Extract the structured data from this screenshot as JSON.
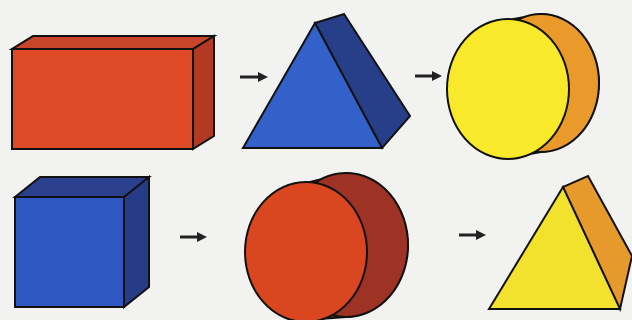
{
  "diagram": {
    "rows": [
      {
        "sequence": [
          "rectangular-prism",
          "arrow",
          "triangular-prism",
          "arrow",
          "cylinder"
        ],
        "colors": {
          "rectangular-prism": {
            "front": "#dd4a25",
            "top": "#c8442a",
            "side": "#b23a22"
          },
          "triangular-prism": {
            "front": "#3361c9",
            "side": "#263f88"
          },
          "cylinder": {
            "front": "#f8ea2a",
            "side": "#e99a2a"
          }
        }
      },
      {
        "sequence": [
          "cube",
          "arrow",
          "cylinder",
          "arrow",
          "triangular-prism"
        ],
        "colors": {
          "cube": {
            "front": "#2e57c2",
            "top": "#2a3f8e",
            "side": "#263c86"
          },
          "cylinder": {
            "front": "#d9461f",
            "side": "#9e3224"
          },
          "triangular-prism": {
            "front": "#f2e12d",
            "side": "#e69a2c"
          }
        }
      }
    ],
    "arrow_color": "#222222",
    "outline_color": "#111111",
    "background": "#f2f2f0"
  }
}
